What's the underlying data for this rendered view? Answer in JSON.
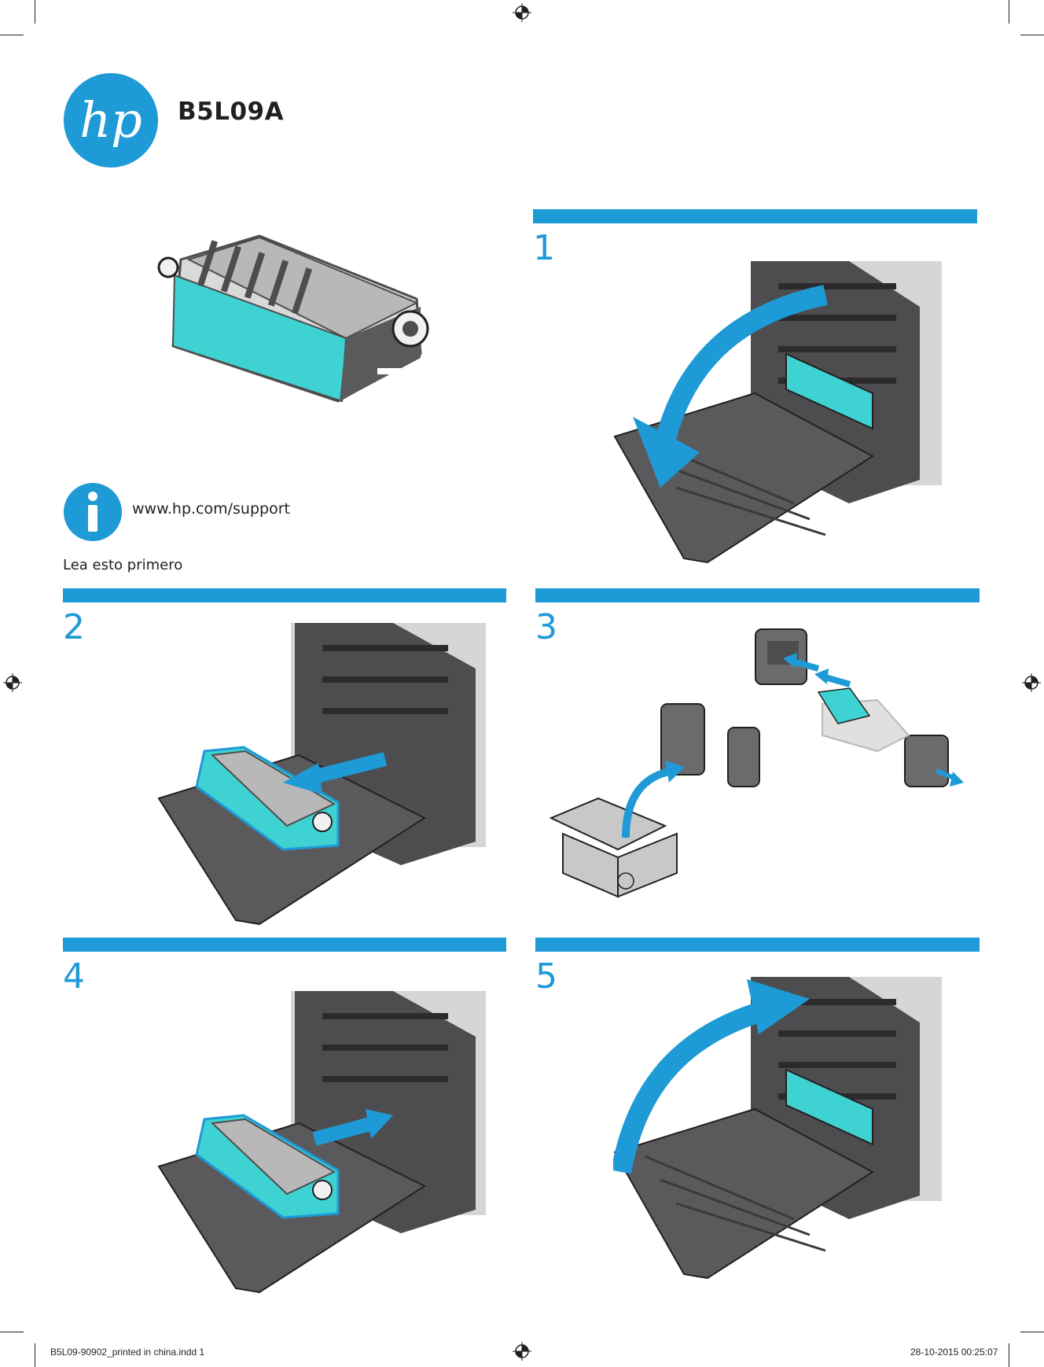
{
  "header": {
    "brand_logo_text": "hp",
    "model": "B5L09A"
  },
  "info": {
    "support_url": "www.hp.com/support",
    "read_first": "Lea esto primero"
  },
  "steps": [
    {
      "number": "1"
    },
    {
      "number": "2"
    },
    {
      "number": "3"
    },
    {
      "number": "4"
    },
    {
      "number": "5"
    }
  ],
  "footer": {
    "file_info": "B5L09-90902_printed in china.indd   1",
    "date_time": "28-10-2015   00:25:07"
  },
  "colors": {
    "accent_blue": "#1e9ad6",
    "text": "#231f20",
    "printer_dark": "#4d4d4f",
    "printer_light": "#d6d6d6",
    "part_teal": "#3fd2d2"
  }
}
